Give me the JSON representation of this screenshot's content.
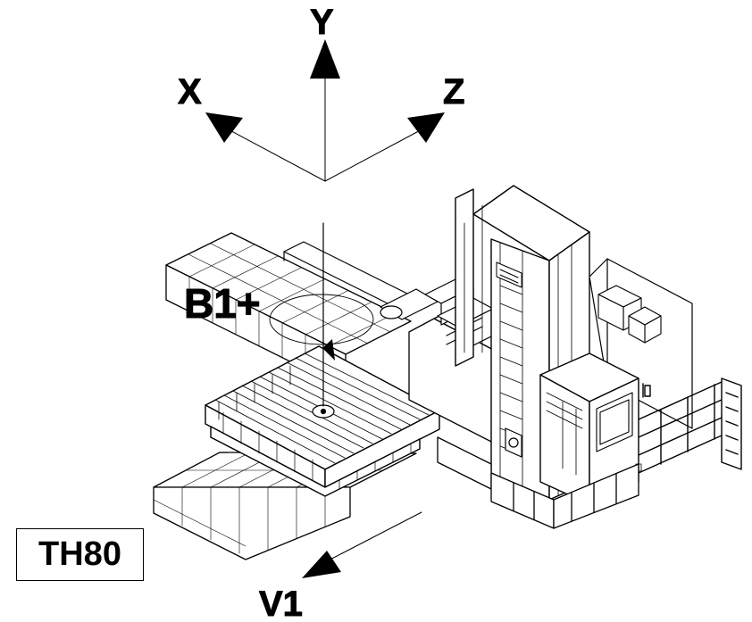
{
  "axes": {
    "y_label": "Y",
    "x_label": "X",
    "z_label": "Z",
    "v_label": "V1"
  },
  "rotation": {
    "label": "B1+"
  },
  "model": {
    "label": "TH80"
  },
  "colors": {
    "ink": "#000000",
    "paper": "#ffffff"
  }
}
